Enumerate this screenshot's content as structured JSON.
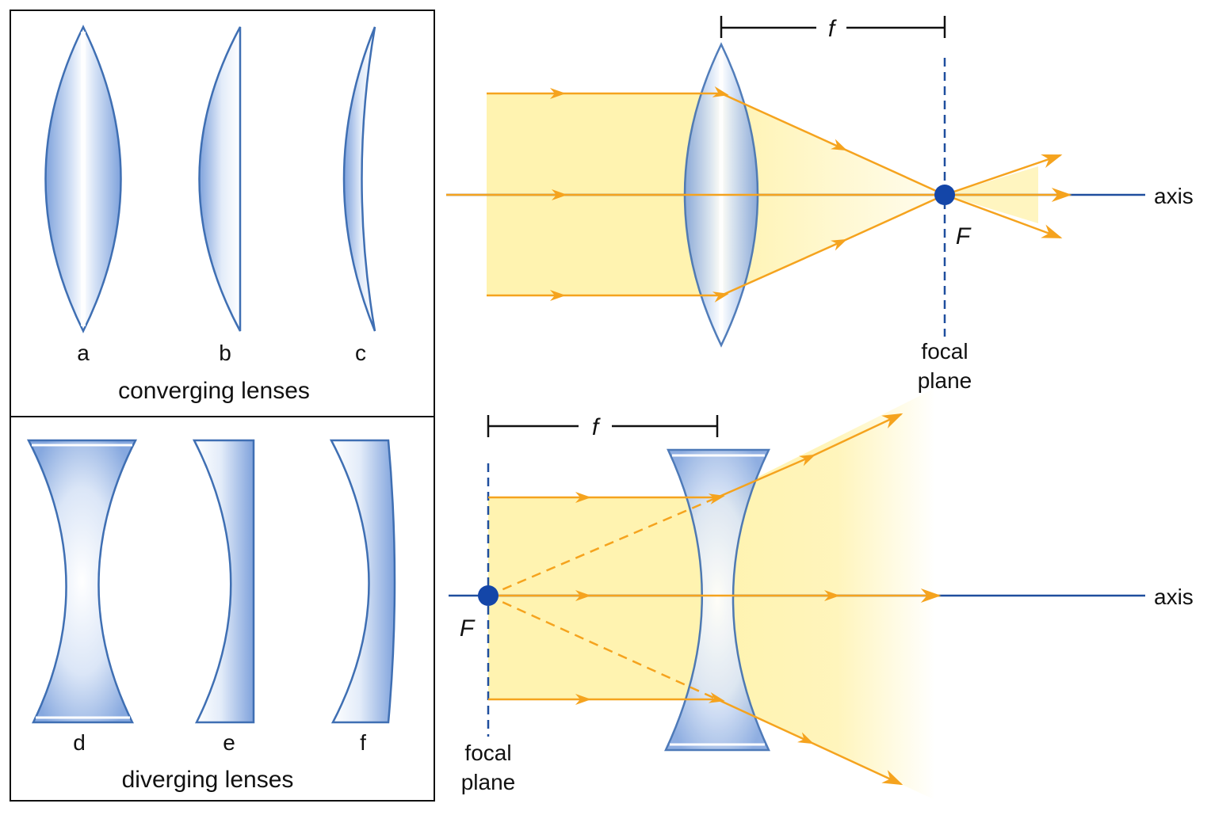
{
  "converging": {
    "lens_labels": [
      "a",
      "b",
      "c"
    ],
    "caption": "converging lenses"
  },
  "diverging": {
    "lens_labels": [
      "d",
      "e",
      "f"
    ],
    "caption": "diverging lenses"
  },
  "top_diagram": {
    "focal_length_label": "f",
    "focal_point_label": "F",
    "axis_label": "axis",
    "focal_plane_line1": "focal",
    "focal_plane_line2": "plane"
  },
  "bottom_diagram": {
    "focal_length_label": "f",
    "focal_point_label": "F",
    "axis_label": "axis",
    "focal_plane_line1": "focal",
    "focal_plane_line2": "plane"
  },
  "colors": {
    "ray": "#F5A31E",
    "beam": "#FFF3B0",
    "lens_edge": "#3F6FB3",
    "lens_fill": "#A9C3EA",
    "axis": "#1F4E9E",
    "focal_point": "#1446A8"
  }
}
